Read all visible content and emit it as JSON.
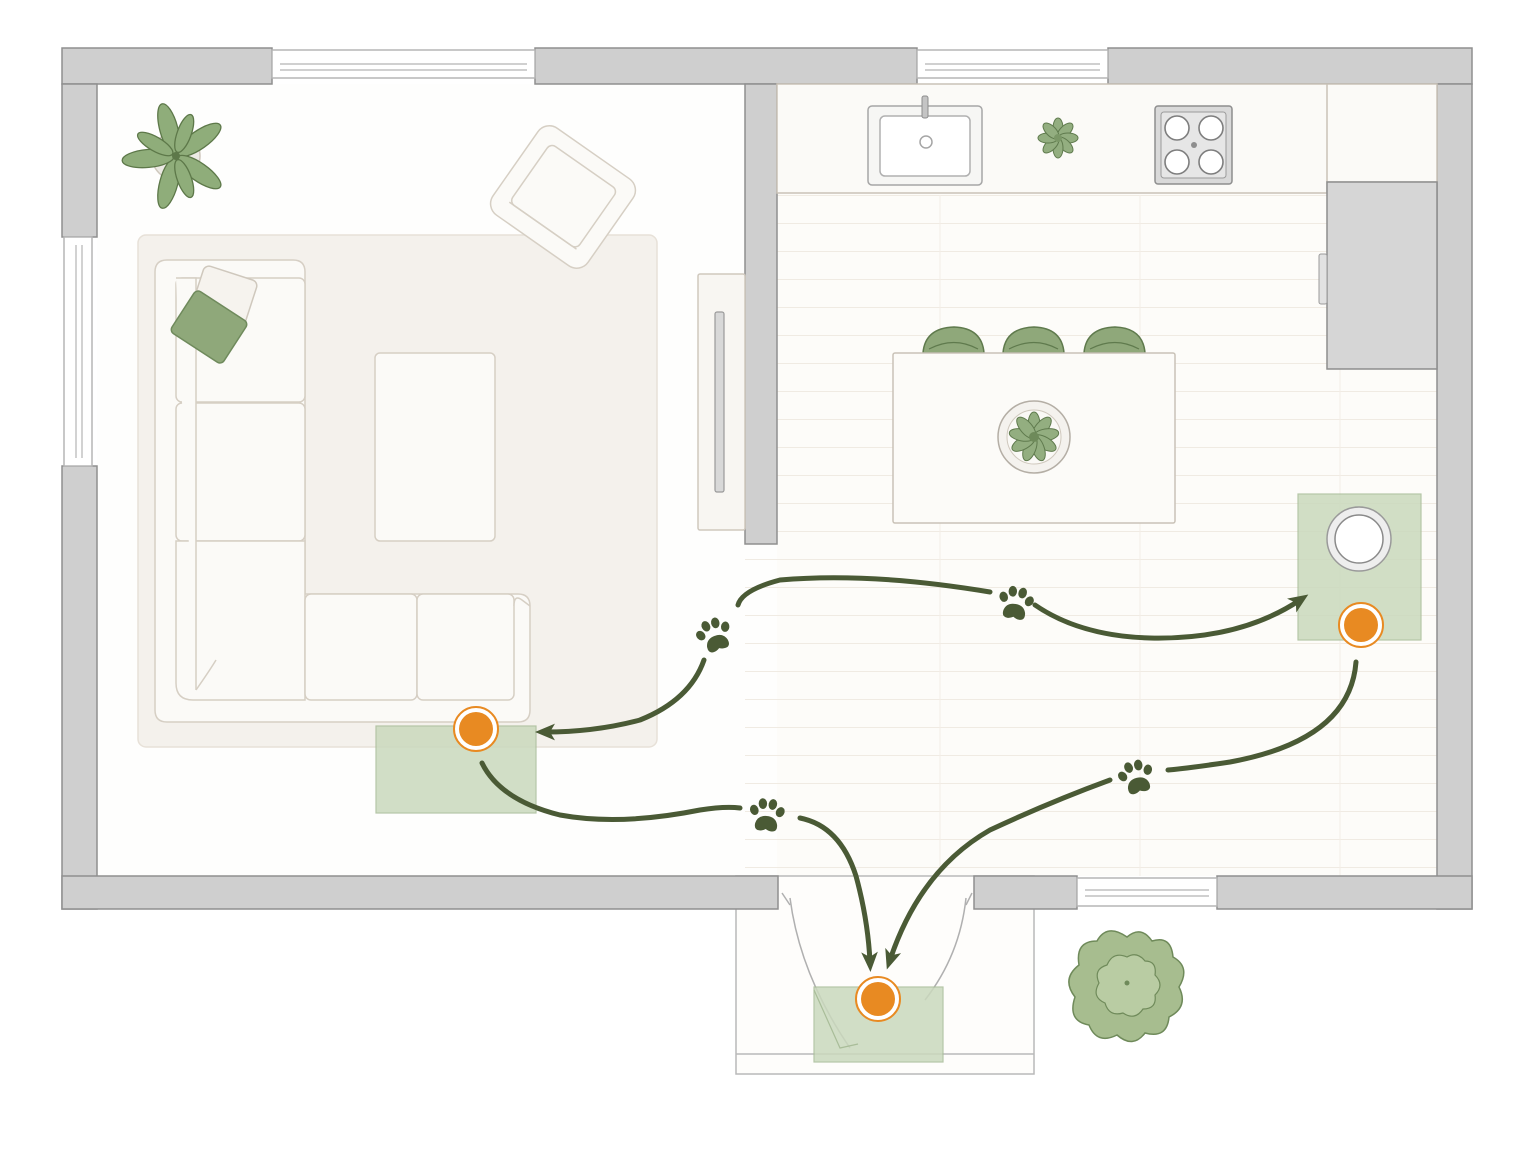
{
  "colors": {
    "wall": "#cfcfcf",
    "wall_stroke": "#8f8f8f",
    "floor": "#fdfcf9",
    "rug": "#f4f1ec",
    "furniture_stroke": "#d6cfc4",
    "mat": "#cad9bd",
    "mat_stroke": "#a9bd99",
    "accent_green": "#8fa87a",
    "path": "#4a5a35",
    "marker": "#e88a22",
    "marker_ring": "#ffffff"
  },
  "rooms": [
    "living-room",
    "kitchen",
    "entry-porch"
  ],
  "furniture": [
    "sectional-sofa",
    "coffee-table",
    "armchair",
    "tv-console",
    "kitchen-island",
    "bar-stools",
    "sink",
    "cooktop",
    "refrigerator",
    "water-bowl"
  ],
  "icons": [
    "potted-plant-icon",
    "shrub-icon",
    "paw-print-icon",
    "arrow-head-icon"
  ],
  "waypoints": [
    "sofa-mat",
    "feeding-mat",
    "entry-mat"
  ],
  "paths": [
    {
      "from": "feeding-mat",
      "to": "sofa-mat"
    },
    {
      "from": "sofa-mat",
      "to": "entry-mat"
    },
    {
      "from": "feeding-mat",
      "to": "entry-mat"
    }
  ]
}
